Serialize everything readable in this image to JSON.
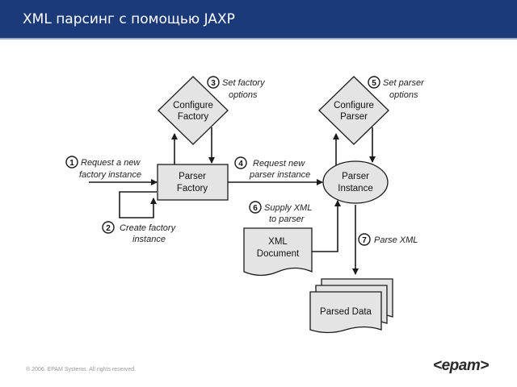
{
  "header": {
    "title": "XML парсинг с помощью JAXP"
  },
  "diagram": {
    "nodes": {
      "configure_factory": [
        "Configure",
        "Factory"
      ],
      "parser_factory": [
        "Parser",
        "Factory"
      ],
      "configure_parser": [
        "Configure",
        "Parser"
      ],
      "parser_instance": [
        "Parser",
        "Instance"
      ],
      "xml_document": [
        "XML",
        "Document"
      ],
      "parsed_data": "Parsed Data"
    },
    "steps": [
      {
        "num": "1",
        "lines": [
          "Request a new",
          "factory instance"
        ]
      },
      {
        "num": "2",
        "lines": [
          "Create factory",
          "instance"
        ]
      },
      {
        "num": "3",
        "lines": [
          "Set factory",
          "options"
        ]
      },
      {
        "num": "4",
        "lines": [
          "Request new",
          "parser instance"
        ]
      },
      {
        "num": "5",
        "lines": [
          "Set parser",
          "options"
        ]
      },
      {
        "num": "6",
        "lines": [
          "Supply XML",
          "to parser"
        ]
      },
      {
        "num": "7",
        "lines": [
          "Parse XML"
        ]
      }
    ]
  },
  "footer": {
    "copyright": "® 2006. EPAM Systems. All rights reserved.",
    "logo": "<epam>"
  },
  "colors": {
    "header_bg": "#1b3a7a",
    "shape_fill": "#e4e4e4",
    "stroke": "#1a1a1a"
  }
}
